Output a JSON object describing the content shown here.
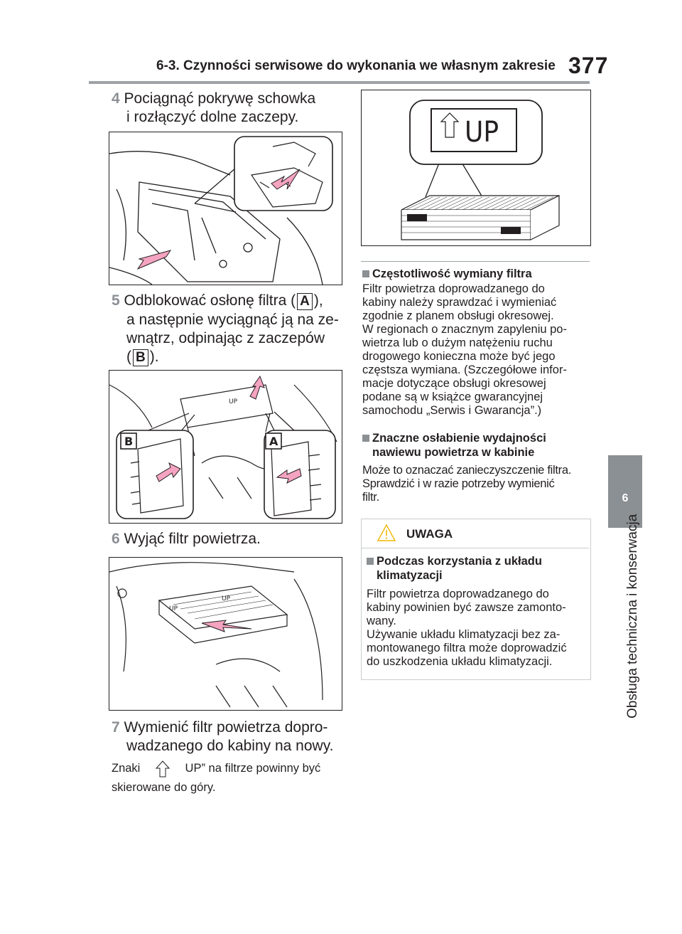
{
  "header": {
    "title": "6-3. Czynności serwisowe do wykonania we własnym zakresie",
    "page_number": "377"
  },
  "side_tab": {
    "number": "6",
    "label": "Obsługa techniczna i konserwacja"
  },
  "steps": [
    {
      "num": "4",
      "lines": [
        "Pociągnąć pokrywę schowka",
        "i rozłączyć dolne zaczepy."
      ]
    },
    {
      "num": "5",
      "line1_pre": "Odblokować osłonę filtra (",
      "line1_marker": "A",
      "line1_post": "),",
      "line2": "a następnie wyciągnąć ją na ze-",
      "line3": "wnątrz, odpinając z zaczepów",
      "line4_pre": "(",
      "line4_marker": "B",
      "line4_post": ")."
    },
    {
      "num": "6",
      "lines": [
        "Wyjąć filtr powietrza."
      ]
    },
    {
      "num": "7",
      "lines": [
        "Wymienić filtr powietrza dopro-",
        "wadzanego do kabiny na nowy."
      ]
    }
  ],
  "note": {
    "pre": "Znaki",
    "post": "UP” na filtrze powinny być",
    "line2": "skierowane do góry."
  },
  "figure_labels": {
    "up": "UP",
    "callout_a": "A",
    "callout_b": "B"
  },
  "right_column": {
    "section1": {
      "heading": "Częstotliwość wymiany filtra",
      "lines": [
        "Filtr powietrza doprowadzanego do",
        "kabiny należy sprawdzać i wymieniać",
        "zgodnie z planem obsługi okresowej.",
        "W regionach o znacznym zapyleniu po-",
        "wietrza lub o dużym natężeniu ruchu",
        "drogowego konieczna może być jego",
        "częstsza wymiana. (Szczegółowe infor-",
        "macje dotyczące obsługi okresowej",
        "podane są w książce gwarancyjnej",
        "samochodu „Serwis i Gwarancja”.)"
      ]
    },
    "section2": {
      "heading_lines": [
        "Znaczne osłabienie wydajności",
        "nawiewu powietrza w kabinie"
      ],
      "lines": [
        "Może to oznaczać zanieczyszczenie filtra.",
        "Sprawdzić i w razie potrzeby wymienić",
        "filtr."
      ]
    },
    "warning": {
      "title": "UWAGA",
      "heading_lines": [
        "Podczas korzystania z układu",
        "klimatyzacji"
      ],
      "lines": [
        "Filtr powietrza doprowadzanego do",
        "kabiny powinien być zawsze zamonto-",
        "wany.",
        "Używanie układu klimatyzacji bez za-",
        "montowanego filtra może doprowadzić",
        "do uszkodzenia układu klimatyzacji."
      ]
    }
  },
  "colors": {
    "accent_gray": "#8b9094",
    "arrow_pink": "#f4a3c0",
    "text": "#231f20"
  }
}
